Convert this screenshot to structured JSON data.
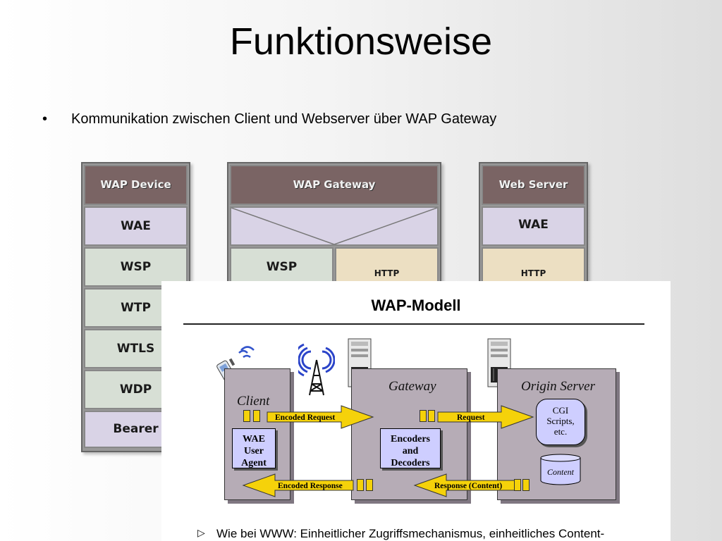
{
  "slide": {
    "title": "Funktionsweise",
    "bullet_symbol": "•",
    "bullet": "Kommunikation zwischen Client und Webserver über WAP Gateway"
  },
  "stacks": {
    "device": {
      "header": "WAP Device",
      "layers": [
        "WAE",
        "WSP",
        "WTP",
        "WTLS",
        "WDP",
        "Bearer"
      ]
    },
    "gateway": {
      "header": "WAP Gateway",
      "left_layer": "WSP",
      "right_layer": "HTTP"
    },
    "server": {
      "header": "Web Server",
      "layers": [
        "WAE",
        "HTTP"
      ]
    }
  },
  "model": {
    "title": "WAP-Modell",
    "client_label": "Client",
    "gateway_label": "Gateway",
    "origin_label": "Origin Server",
    "wae_agent": "WAE User Agent",
    "wae_agent_lines": [
      "WAE",
      "User",
      "Agent"
    ],
    "encoders_lines": [
      "Encoders",
      "and",
      "Decoders"
    ],
    "cgi_lines": [
      "CGI",
      "Scripts,",
      "etc."
    ],
    "content_label": "Content",
    "arrows": {
      "encoded_request": "Encoded Request",
      "request": "Request",
      "encoded_response": "Encoded Response",
      "response": "Response (Content)"
    },
    "footer_arrow": "▷",
    "footer": "Wie bei WWW: Einheitlicher Zugriffsmechanismus, einheitliches Content-"
  },
  "colors": {
    "header_bg": "#7a6464",
    "layer_lavender": "#d9d3e6",
    "layer_green": "#d7dfd5",
    "layer_tan": "#ecdfc2",
    "model_box": "#b6acb6",
    "inner_box": "#ceceff",
    "arrow_yellow": "#f5d20a"
  }
}
